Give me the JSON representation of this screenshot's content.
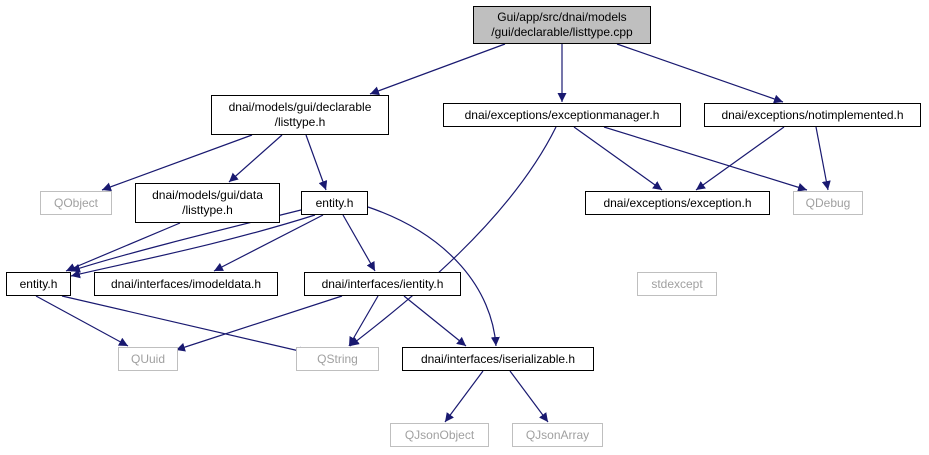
{
  "colors": {
    "edge": "#191970",
    "node_border": "#000000",
    "external_border": "#bfbfbf",
    "root_fill": "#bfbfbf"
  },
  "nodes": {
    "root": "Gui/app/src/dnai/models\n/gui/declarable/listtype.cpp",
    "declarable_listtype_h": "dnai/models/gui/declarable\n/listtype.h",
    "exceptionmanager_h": "dnai/exceptions/exceptionmanager.h",
    "notimplemented_h": "dnai/exceptions/notimplemented.h",
    "qobject": "QObject",
    "data_listtype_h": "dnai/models/gui/data\n/listtype.h",
    "entity_h_mid": "entity.h",
    "exception_h": "dnai/exceptions/exception.h",
    "qdebug": "QDebug",
    "stdexcept": "stdexcept",
    "entity_h_left": "entity.h",
    "imodeldata_h": "dnai/interfaces/imodeldata.h",
    "ientity_h": "dnai/interfaces/ientity.h",
    "quuid": "QUuid",
    "qstring": "QString",
    "iserializable_h": "dnai/interfaces/iserializable.h",
    "qjsonobject": "QJsonObject",
    "qjsonarray": "QJsonArray"
  }
}
